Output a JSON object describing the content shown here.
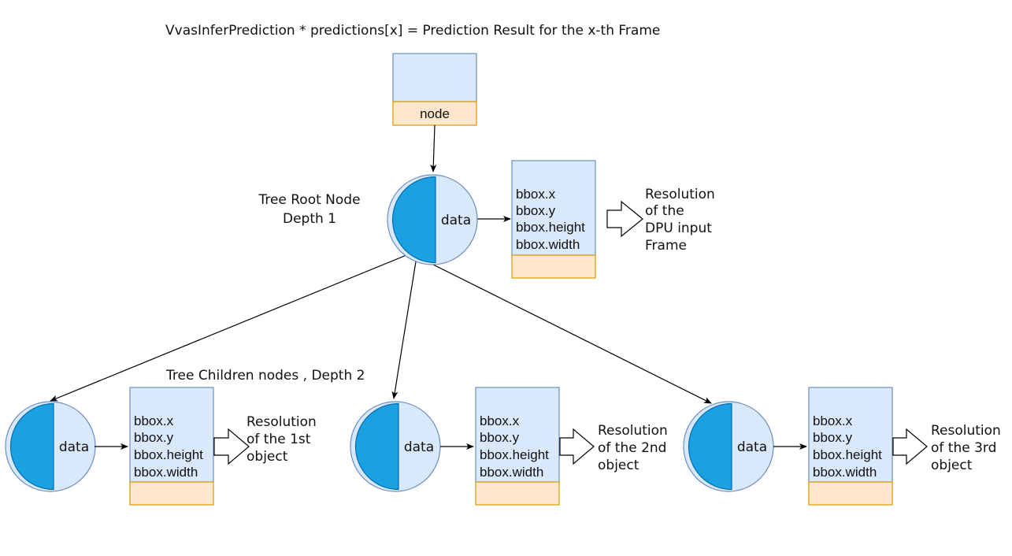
{
  "title": "VvasInferPrediction * predictions[x] = Prediction Result for the x-th Frame",
  "top_node": {
    "label": "node"
  },
  "root": {
    "label_line1": "Tree Root Node",
    "label_line2": "Depth 1",
    "circle_label": "data",
    "fields": [
      "bbox.x",
      "bbox.y",
      "bbox.height",
      "bbox.width"
    ],
    "description": [
      "Resolution",
      "of the",
      "DPU input",
      "Frame"
    ]
  },
  "children_label": "Tree Children nodes , Depth 2",
  "children": [
    {
      "circle_label": "data",
      "fields": [
        "bbox.x",
        "bbox.y",
        "bbox.height",
        "bbox.width"
      ],
      "description": [
        "Resolution",
        "of the 1st",
        "object"
      ]
    },
    {
      "circle_label": "data",
      "fields": [
        "bbox.x",
        "bbox.y",
        "bbox.height",
        "bbox.width"
      ],
      "description": [
        "Resolution",
        "of the 2nd",
        "object"
      ]
    },
    {
      "circle_label": "data",
      "fields": [
        "bbox.x",
        "bbox.y",
        "bbox.height",
        "bbox.width"
      ],
      "description": [
        "Resolution",
        "of the 3rd",
        "object"
      ]
    }
  ],
  "colors": {
    "box_fill": "#dae8fc",
    "box_stroke": "#6c8ebf",
    "band_fill": "#ffe6cc",
    "band_stroke": "#d79b00",
    "half_fill": "#1ba1e2",
    "half_stroke": "#006eaf",
    "line": "#000000"
  }
}
